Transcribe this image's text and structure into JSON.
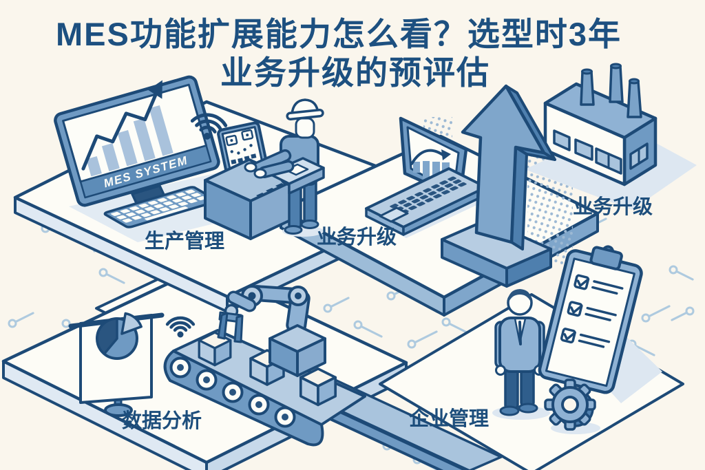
{
  "title": {
    "line1": "MES功能扩展能力怎么看？选型时3年",
    "line2": "业务升级的预评估"
  },
  "monitor_screen": {
    "label": "MES SYSTEM"
  },
  "zone_labels": {
    "production": "生产管理",
    "business_upgrade_center": "业务升级",
    "business_upgrade_right": "业务升级",
    "data_analysis": "数据分析",
    "enterprise_management": "企业管理"
  },
  "icons": {
    "wifi_top": "wifi-signal-icon",
    "wifi_bottom": "wifi-signal-icon",
    "growth_arrow": "up-arrow-3d-icon",
    "monitor_chart": "rising-bar-chart-icon",
    "laptop_chart": "bar-chart-icon",
    "pie_chart": "pie-chart-icon",
    "checklist": "checklist-clipboard-icon",
    "gear": "gear-icon",
    "factory": "factory-icon"
  },
  "colors": {
    "background": "#faf6ed",
    "outline": "#1d4a77",
    "title_text": "#1d5080",
    "label_text": "#1d4e7c",
    "mid_blue": "#7fa6cb",
    "steel_blue": "#4e7fae",
    "light_blue": "#b7cde2",
    "pale_blue": "#dce8f2",
    "surface_white": "#fdfcf6"
  }
}
